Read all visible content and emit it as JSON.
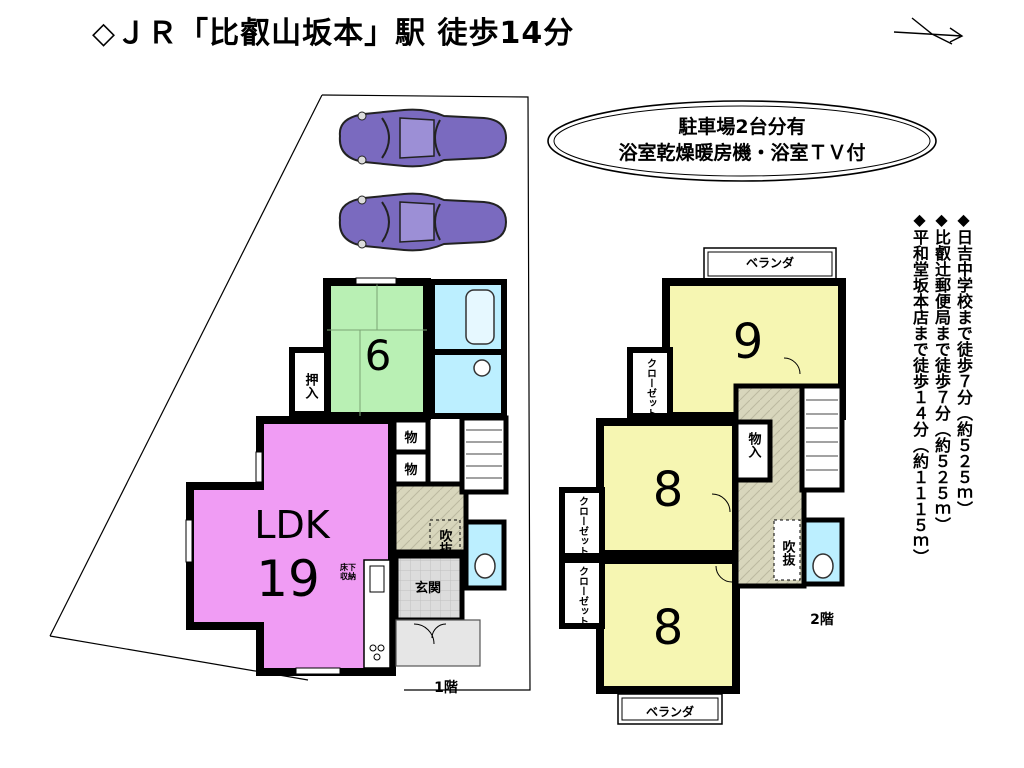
{
  "header": {
    "title": "◇ＪＲ「比叡山坂本」駅 徒歩14分"
  },
  "features": {
    "line1": "駐車場2台分有",
    "line2": "浴室乾燥暖房機・浴室ＴＶ付"
  },
  "nearby": [
    "◆日吉中学校まで徒歩７分（約５２５ｍ）",
    "◆比叡辻郵便局まで徒歩７分（約５２５ｍ）",
    "◆平和堂坂本店まで徒歩１４分（約１１１５ｍ）"
  ],
  "floor1": {
    "label": "1階",
    "ldk": "LDK",
    "ldk_size": "19",
    "floor_storage": "床下\n収納",
    "washitsu_size": "6",
    "oshiire": "押入",
    "storage": "物",
    "fukinuke": "吹抜",
    "genkan": "玄関"
  },
  "floor2": {
    "label": "2階",
    "room_a": "9",
    "room_b": "8",
    "room_c": "8",
    "balcony": "ベランダ",
    "closet": "クローゼット",
    "monoire": "物入",
    "fukinuke": "吹抜"
  },
  "colors": {
    "ldk": "#f09cf4",
    "washitsu": "#b9f0b4",
    "western": "#f6f6b2",
    "hall": "#d8d6bc",
    "bath": "#bcefff",
    "car": "#7a6abf",
    "wall": "#000000"
  }
}
